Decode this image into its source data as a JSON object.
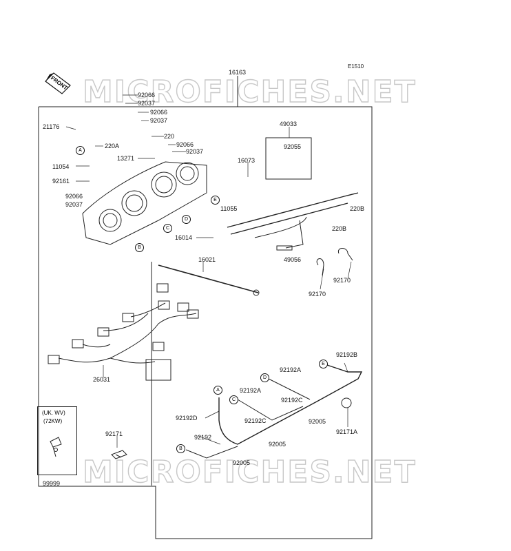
{
  "diagram_code": "E1510",
  "front_label": "FRONT",
  "watermark": "MICROFICHES.NET",
  "variant_box": {
    "line1": "(UK. WV)",
    "line2": "(72KW)"
  },
  "part_labels": [
    "16163",
    "92066",
    "92037",
    "92066",
    "92037",
    "49033",
    "21176",
    "220",
    "92066",
    "92037",
    "220A",
    "13271",
    "92055",
    "16073",
    "11054",
    "92161",
    "92066",
    "92037",
    "11055",
    "220B",
    "220B",
    "16014",
    "49056",
    "16021",
    "92170",
    "92170",
    "92192B",
    "26031",
    "92192A",
    "92192A",
    "92192C",
    "92192D",
    "92192C",
    "92005",
    "92005",
    "92192",
    "92005",
    "92171A",
    "92171",
    "99999"
  ],
  "callouts": [
    "A",
    "B",
    "C",
    "D",
    "E",
    "A",
    "B",
    "C",
    "D",
    "E"
  ]
}
